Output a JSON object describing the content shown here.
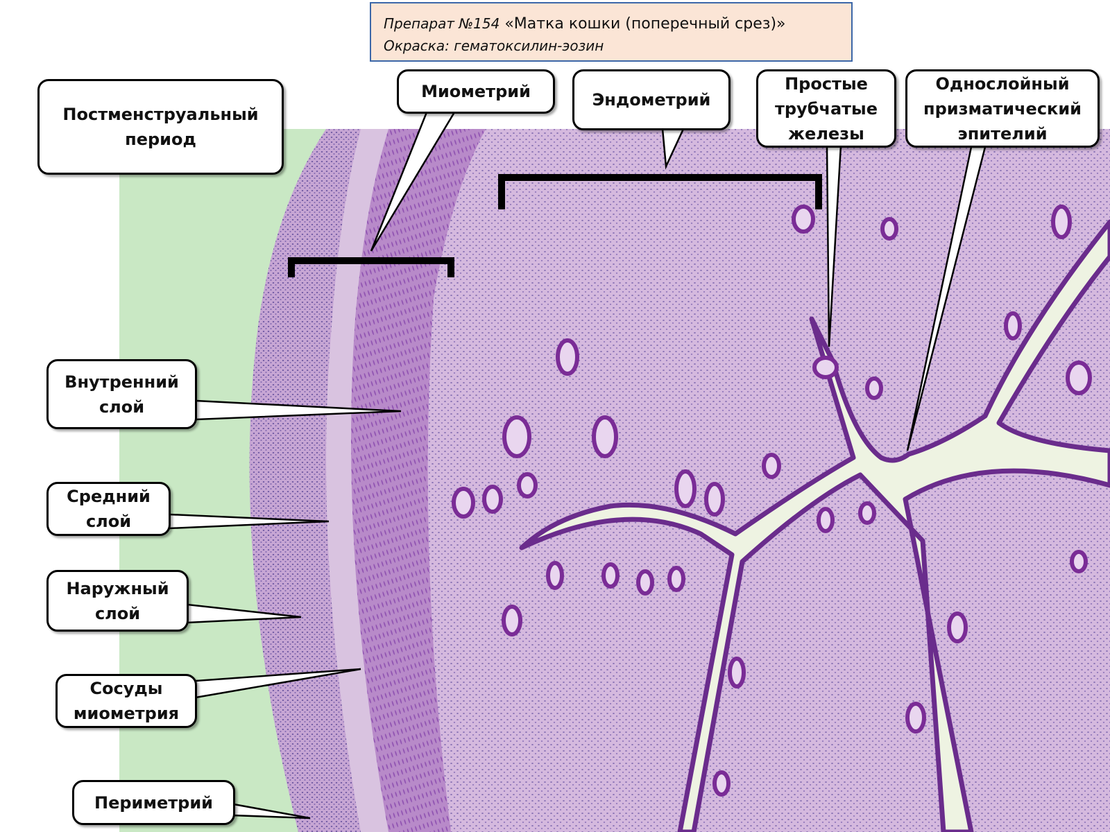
{
  "header": {
    "preparation": "Препарат №154",
    "title": "«Матка кошки (поперечный срез)»",
    "stain": "Окраска: гематоксилин-эозин"
  },
  "labels": {
    "period": "Постменструальный\nпериод",
    "myometrium": "Миометрий",
    "endometrium": "Эндометрий",
    "glands": "Простые\nтрубчатые\nжелезы",
    "epithelium": "Однослойный\nпризматический\nэпителий",
    "inner_layer": "Внутренний\nслой",
    "middle_layer": "Средний\nслой",
    "outer_layer": "Наружный\nслой",
    "vessels": "Сосуды\nмиометрия",
    "perimetrium": "Периметрий"
  },
  "colors": {
    "background_green": "#c9e8c4",
    "stroma": "#d3b6dc",
    "myometrium_band": "#b98ac8",
    "perimetrium_band": "#c4a2d2",
    "epithelium": "#6a2c8c",
    "lumen": "#eef3e2",
    "bracket": "#000000",
    "header_bg": "#fbe5d6",
    "header_border": "#3c67a8"
  }
}
